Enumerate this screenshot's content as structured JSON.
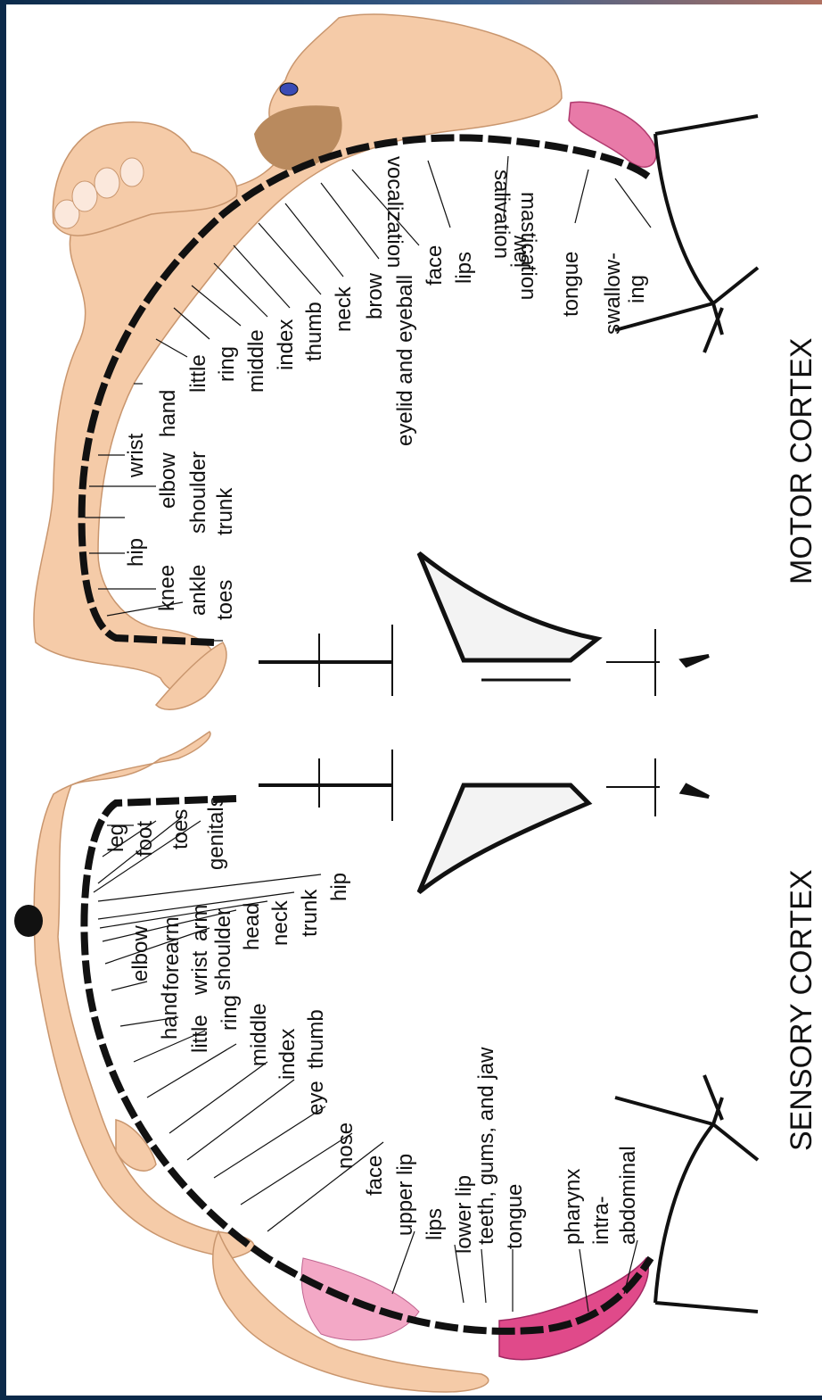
{
  "colors": {
    "skin": "#f5cba8",
    "skin_shadow": "#c9966e",
    "beard": "#b98a5e",
    "lip_pink": "#e87aa8",
    "tongue_pink": "#e04a8a",
    "ink": "#111111",
    "frame_navy": "#0b2a4a"
  },
  "diagram": {
    "motor_title": "MOTOR CORTEX",
    "sensory_title": "SENSORY CORTEX",
    "motor_labels": [
      {
        "name": "motor-label-toes",
        "text": "toes"
      },
      {
        "name": "motor-label-ankle",
        "text": "ankle"
      },
      {
        "name": "motor-label-knee",
        "text": "knee"
      },
      {
        "name": "motor-label-hip",
        "text": "hip"
      },
      {
        "name": "motor-label-trunk",
        "text": "trunk"
      },
      {
        "name": "motor-label-shoulder",
        "text": "shoulder"
      },
      {
        "name": "motor-label-elbow",
        "text": "elbow"
      },
      {
        "name": "motor-label-wrist",
        "text": "wrist"
      },
      {
        "name": "motor-label-hand",
        "text": "hand"
      },
      {
        "name": "motor-label-little",
        "text": "little"
      },
      {
        "name": "motor-label-ring",
        "text": "ring"
      },
      {
        "name": "motor-label-middle",
        "text": "middle"
      },
      {
        "name": "motor-label-index",
        "text": "index"
      },
      {
        "name": "motor-label-thumb",
        "text": "thumb"
      },
      {
        "name": "motor-label-neck",
        "text": "neck"
      },
      {
        "name": "motor-label-brow",
        "text": "brow"
      },
      {
        "name": "motor-label-eyelid-eyeball",
        "text": "eyelid and eyeball"
      },
      {
        "name": "motor-label-face",
        "text": "face"
      },
      {
        "name": "motor-label-lips",
        "text": "lips"
      },
      {
        "name": "motor-label-jaw",
        "text": "jaw"
      },
      {
        "name": "motor-label-tongue",
        "text": "tongue"
      },
      {
        "name": "motor-label-swallowing-1",
        "text": "swallow-"
      },
      {
        "name": "motor-label-swallowing-2",
        "text": "ing"
      },
      {
        "name": "motor-label-vocalization",
        "text": "vocalization"
      },
      {
        "name": "motor-label-salivation",
        "text": "salivation"
      },
      {
        "name": "motor-label-mastication",
        "text": "mastication"
      }
    ],
    "sensory_labels": [
      {
        "name": "sensory-label-leg",
        "text": "leg"
      },
      {
        "name": "sensory-label-foot",
        "text": "foot"
      },
      {
        "name": "sensory-label-toes",
        "text": "toes"
      },
      {
        "name": "sensory-label-genitals",
        "text": "genitals"
      },
      {
        "name": "sensory-label-hip",
        "text": "hip"
      },
      {
        "name": "sensory-label-trunk",
        "text": "trunk"
      },
      {
        "name": "sensory-label-neck",
        "text": "neck"
      },
      {
        "name": "sensory-label-head",
        "text": "head"
      },
      {
        "name": "sensory-label-shoulder",
        "text": "shoulder"
      },
      {
        "name": "sensory-label-arm",
        "text": "arm"
      },
      {
        "name": "sensory-label-elbow",
        "text": "elbow"
      },
      {
        "name": "sensory-label-forearm",
        "text": "forearm"
      },
      {
        "name": "sensory-label-wrist",
        "text": "wrist"
      },
      {
        "name": "sensory-label-hand",
        "text": "hand"
      },
      {
        "name": "sensory-label-little",
        "text": "little"
      },
      {
        "name": "sensory-label-ring",
        "text": "ring"
      },
      {
        "name": "sensory-label-middle",
        "text": "middle"
      },
      {
        "name": "sensory-label-index",
        "text": "index"
      },
      {
        "name": "sensory-label-thumb",
        "text": "thumb"
      },
      {
        "name": "sensory-label-eye",
        "text": "eye"
      },
      {
        "name": "sensory-label-nose",
        "text": "nose"
      },
      {
        "name": "sensory-label-face",
        "text": "face"
      },
      {
        "name": "sensory-label-upper-lip",
        "text": "upper lip"
      },
      {
        "name": "sensory-label-lips",
        "text": "lips"
      },
      {
        "name": "sensory-label-lower-lip",
        "text": "lower lip"
      },
      {
        "name": "sensory-label-teeth-gums-jaw",
        "text": "teeth, gums, and jaw"
      },
      {
        "name": "sensory-label-tongue",
        "text": "tongue"
      },
      {
        "name": "sensory-label-pharynx",
        "text": "pharynx"
      },
      {
        "name": "sensory-label-intra-abdominal-1",
        "text": "intra-"
      },
      {
        "name": "sensory-label-intra-abdominal-2",
        "text": "abdominal"
      }
    ]
  }
}
